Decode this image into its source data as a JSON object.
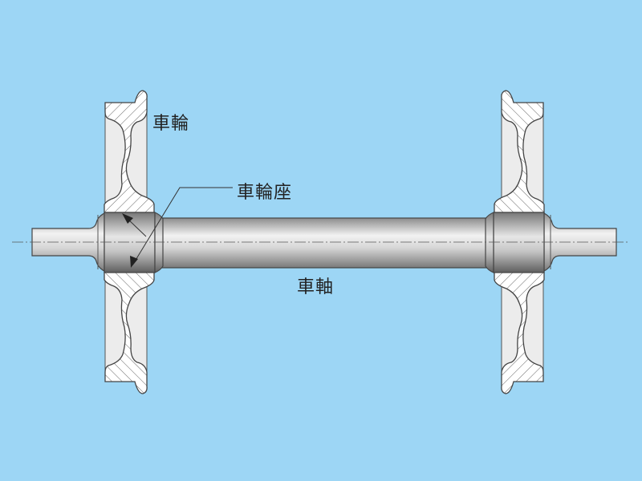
{
  "labels": {
    "wheel": "車輪",
    "wheel_seat": "車輪座",
    "axle": "車軸"
  },
  "colors": {
    "background": "#9dd6f5",
    "outline": "#444444",
    "wheel_face": "#ececec"
  }
}
